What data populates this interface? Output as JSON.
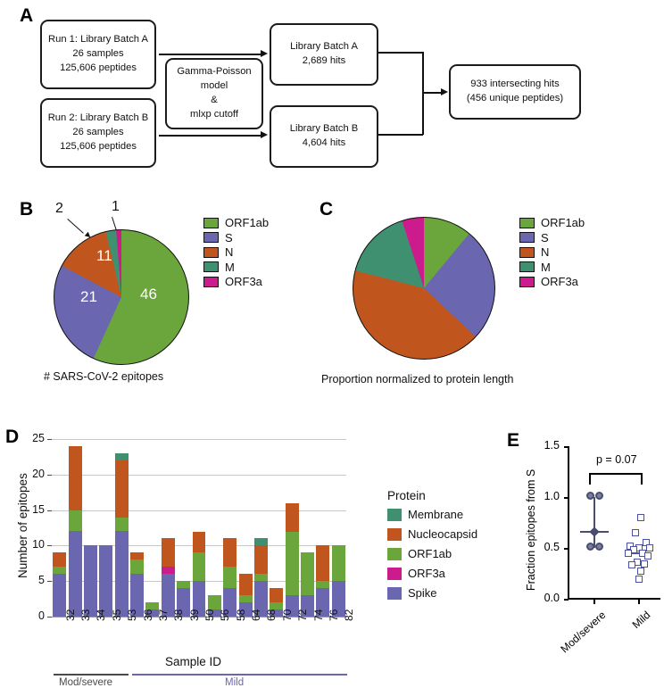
{
  "figure": {
    "panel_letters": {
      "a": "A",
      "b": "B",
      "c": "C",
      "d": "D",
      "e": "E"
    }
  },
  "panelA": {
    "boxes": [
      {
        "name": "run1",
        "lines": [
          "Run 1: Library Batch A",
          "26 samples",
          "125,606 peptides"
        ]
      },
      {
        "name": "run2",
        "lines": [
          "Run 2: Library Batch B",
          "26 samples",
          "125,606 peptides"
        ]
      },
      {
        "name": "model",
        "lines": [
          "Gamma-Poisson",
          "model",
          "&",
          "mlxp cutoff"
        ]
      },
      {
        "name": "batchA",
        "lines": [
          "Library Batch A",
          "2,689 hits"
        ]
      },
      {
        "name": "batchB",
        "lines": [
          "Library Batch B",
          "4,604 hits"
        ]
      },
      {
        "name": "result",
        "lines": [
          "933 intersecting hits",
          "(456 unique peptides)"
        ]
      }
    ]
  },
  "panelB": {
    "caption": "# SARS-CoV-2 epitopes",
    "annotations": [
      {
        "label": "2",
        "target": "M"
      },
      {
        "label": "1",
        "target": "ORF3a"
      }
    ],
    "inner_labels": [
      "46",
      "21",
      "11"
    ],
    "legend": [
      "ORF1ab",
      "S",
      "N",
      "M",
      "ORF3a"
    ],
    "chart_data": {
      "type": "pie",
      "title": "# SARS-CoV-2 epitopes",
      "categories": [
        "ORF1ab",
        "S",
        "N",
        "M",
        "ORF3a"
      ],
      "values": [
        46,
        21,
        11,
        2,
        1
      ],
      "total": 81,
      "colors": [
        "#6aa63c",
        "#6b66b0",
        "#c0561e",
        "#3e9070",
        "#cc1b8d"
      ],
      "legend_position": "right",
      "data_labels": [
        "46",
        "21",
        "11",
        "2",
        "1"
      ]
    }
  },
  "panelC": {
    "caption": "Proportion normalized to protein length",
    "legend": [
      "ORF1ab",
      "S",
      "N",
      "M",
      "ORF3a"
    ],
    "chart_data": {
      "type": "pie",
      "title": "Proportion normalized to protein length",
      "categories": [
        "ORF1ab",
        "S",
        "N",
        "M",
        "ORF3a"
      ],
      "values": [
        11,
        26,
        42,
        16,
        5
      ],
      "unit": "percent",
      "colors": [
        "#6aa63c",
        "#6b66b0",
        "#c0561e",
        "#3e9070",
        "#cc1b8d"
      ],
      "legend_position": "right"
    }
  },
  "panelD": {
    "ylabel": "Number of epitopes",
    "xlabel": "Sample ID",
    "yticks": [
      "0",
      "5",
      "10",
      "15",
      "20",
      "25"
    ],
    "legend_title": "Protein",
    "legend": [
      "Membrane",
      "Nucleocapsid",
      "ORF1ab",
      "ORF3a",
      "Spike"
    ],
    "groups": [
      {
        "label": "Mod/severe",
        "color": "#4a4a4a",
        "count": 5
      },
      {
        "label": "Mild",
        "color": "#6b66b0",
        "count": 14
      }
    ],
    "chart_data": {
      "type": "bar",
      "stacked": true,
      "title": "",
      "xlabel": "Sample ID",
      "ylabel": "Number of epitopes",
      "ylim": [
        0,
        25
      ],
      "yticks": [
        0,
        5,
        10,
        15,
        20,
        25
      ],
      "grid": true,
      "categories": [
        "32",
        "33",
        "34",
        "35",
        "53",
        "36",
        "37",
        "38",
        "39",
        "50",
        "56",
        "58",
        "64",
        "68",
        "70",
        "72",
        "74",
        "76",
        "82"
      ],
      "series": [
        {
          "name": "Spike",
          "color": "#6b66b0",
          "values": [
            6,
            12,
            10,
            10,
            12,
            6,
            1,
            6,
            4,
            5,
            1,
            4,
            2,
            5,
            1,
            3,
            3,
            4,
            5
          ]
        },
        {
          "name": "ORF3a",
          "color": "#cc1b8d",
          "values": [
            0,
            0,
            0,
            0,
            0,
            0,
            0,
            1,
            0,
            0,
            0,
            0,
            0,
            0,
            0,
            0,
            0,
            0,
            0
          ]
        },
        {
          "name": "ORF1ab",
          "color": "#6aa63c",
          "values": [
            1,
            3,
            0,
            0,
            2,
            2,
            1,
            0,
            1,
            4,
            2,
            3,
            1,
            1,
            1,
            9,
            6,
            1,
            5
          ]
        },
        {
          "name": "Nucleocapsid",
          "color": "#c0561e",
          "values": [
            2,
            9,
            0,
            0,
            8,
            1,
            0,
            4,
            0,
            3,
            0,
            4,
            3,
            4,
            2,
            4,
            0,
            5,
            0
          ]
        },
        {
          "name": "Membrane",
          "color": "#3e9070",
          "values": [
            0,
            0,
            0,
            0,
            1,
            0,
            0,
            0,
            0,
            0,
            0,
            0,
            0,
            1,
            0,
            0,
            0,
            0,
            0
          ]
        }
      ],
      "totals": [
        9,
        24,
        10,
        10,
        23,
        9,
        2,
        11,
        5,
        12,
        3,
        11,
        6,
        11,
        4,
        16,
        9,
        10,
        10
      ]
    }
  },
  "panelE": {
    "ylabel": "Fraction epitopes from S",
    "yticks": [
      "0.0",
      "0.5",
      "1.0",
      "1.5"
    ],
    "pvalue": "p = 0.07",
    "xlabels": [
      "Mod/severe",
      "Mild"
    ],
    "chart_data": {
      "type": "scatter",
      "title": "",
      "ylabel": "Fraction epitopes from S",
      "ylim": [
        0.0,
        1.5
      ],
      "yticks": [
        0.0,
        0.5,
        1.0,
        1.5
      ],
      "annotation": "p = 0.07",
      "groups": [
        {
          "name": "Mod/severe",
          "marker": "circle",
          "color": "#4a4e6e",
          "values": [
            1.0,
            1.0,
            0.5,
            0.5
          ],
          "median": 0.67,
          "whisker_low": 0.5,
          "whisker_high": 1.0
        },
        {
          "name": "Mild",
          "marker": "square",
          "color": "#4a4fa8",
          "values": [
            0.8,
            0.65,
            0.55,
            0.52,
            0.5,
            0.5,
            0.48,
            0.45,
            0.45,
            0.42,
            0.36,
            0.34,
            0.33,
            0.27,
            0.19
          ],
          "median": 0.46,
          "whisker_low": 0.19,
          "whisker_high": 0.8
        }
      ]
    }
  }
}
